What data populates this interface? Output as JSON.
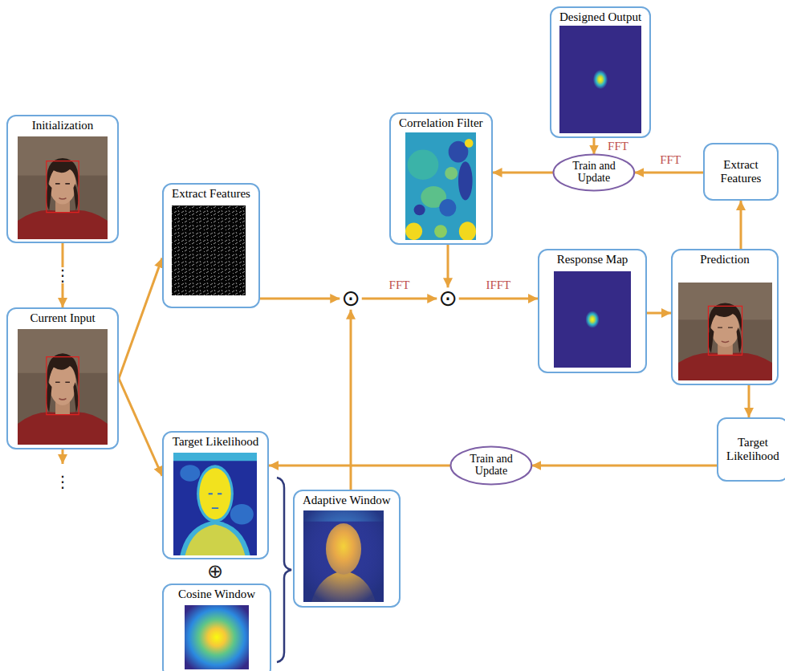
{
  "diagram": {
    "nodes": [
      {
        "text": [
          "Initialization"
        ]
      },
      {
        "text": [
          "Current Input"
        ]
      },
      {
        "text": [
          "Extract Features"
        ]
      },
      {
        "text": [
          "Target Likelihood"
        ]
      },
      {
        "text": [
          "Cosine Window"
        ]
      },
      {
        "text": [
          "Adaptive Window"
        ]
      },
      {
        "text": [
          "⊙"
        ]
      },
      {
        "text": [
          "Correlation Filter"
        ]
      },
      {
        "text": [
          "⊙"
        ]
      },
      {
        "text": [
          "Designed Output"
        ]
      },
      {
        "text": [
          "Train and Update"
        ]
      },
      {
        "text": [
          "Extract Features"
        ]
      },
      {
        "text": [
          "Response Map"
        ]
      },
      {
        "text": [
          "Prediction"
        ]
      },
      {
        "text": [
          "Target Likelihood"
        ]
      },
      {
        "text": [
          "Train and Update"
        ]
      }
    ],
    "edges": [
      {
        "from": 0,
        "to": 1,
        "arrow": "to",
        "label": "⋮"
      },
      {
        "from": 1,
        "to": 2,
        "arrow": "to"
      },
      {
        "from": 1,
        "to": 3,
        "arrow": "to"
      },
      {
        "from": 2,
        "to": 6,
        "arrow": "to"
      },
      {
        "from": 5,
        "to": 6,
        "arrow": "to"
      },
      {
        "from": 6,
        "to": 8,
        "arrow": "to",
        "label": "FFT"
      },
      {
        "from": 7,
        "to": 8,
        "arrow": "to"
      },
      {
        "from": 8,
        "to": 12,
        "arrow": "to",
        "label": "IFFT"
      },
      {
        "from": 12,
        "to": 13,
        "arrow": "to"
      },
      {
        "from": 13,
        "to": 11,
        "arrow": "to"
      },
      {
        "from": 11,
        "to": 10,
        "arrow": "to",
        "label": "FFT"
      },
      {
        "from": 9,
        "to": 10,
        "arrow": "to",
        "label": "FFT"
      },
      {
        "from": 10,
        "to": 7,
        "arrow": "to"
      },
      {
        "from": 13,
        "to": 14,
        "arrow": "to"
      },
      {
        "from": 14,
        "to": 15,
        "arrow": "to"
      },
      {
        "from": 15,
        "to": 3,
        "arrow": "to"
      }
    ],
    "labels": [
      "⋮",
      "⊕"
    ]
  }
}
